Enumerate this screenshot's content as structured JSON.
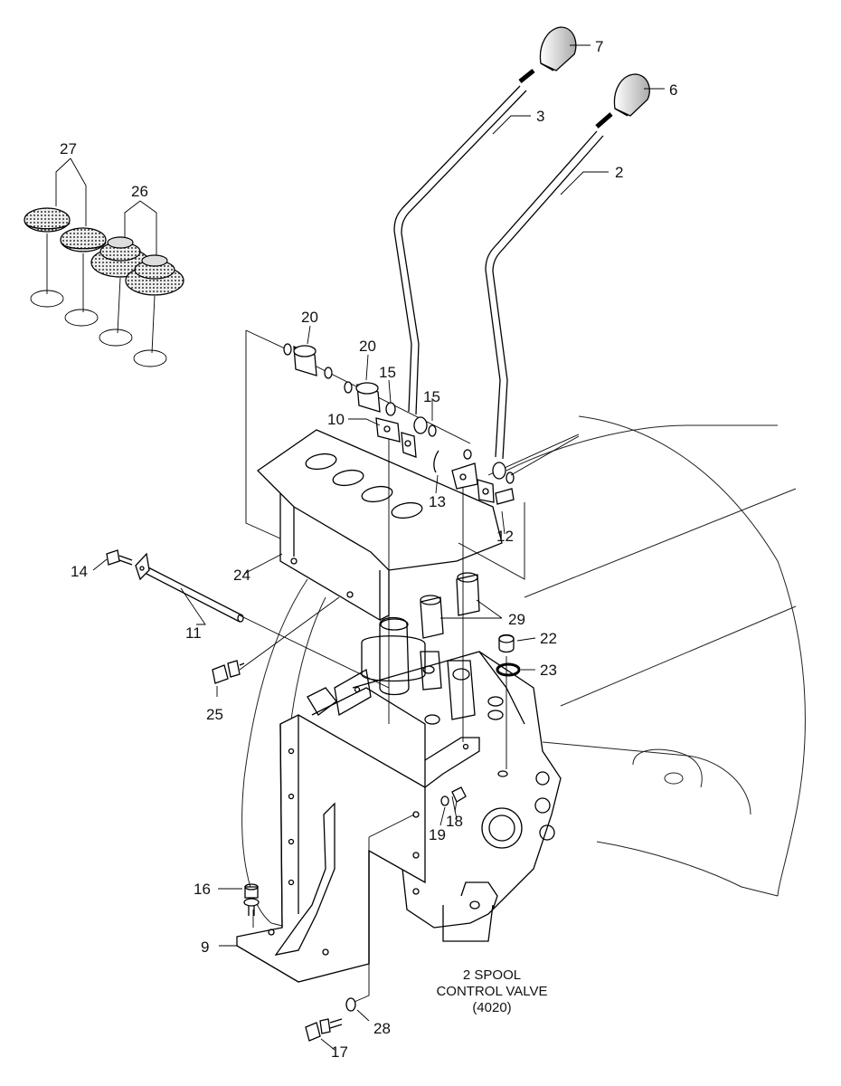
{
  "callouts": [
    {
      "id": "p1",
      "label": "2"
    },
    {
      "id": "p2",
      "label": "3"
    },
    {
      "id": "p3",
      "label": "6"
    },
    {
      "id": "p4",
      "label": "7"
    },
    {
      "id": "p5",
      "label": "9"
    },
    {
      "id": "p6",
      "label": "10"
    },
    {
      "id": "p7",
      "label": "11"
    },
    {
      "id": "p8",
      "label": "12"
    },
    {
      "id": "p9",
      "label": "13"
    },
    {
      "id": "p10",
      "label": "14"
    },
    {
      "id": "p11",
      "label": "15"
    },
    {
      "id": "p12",
      "label": "15"
    },
    {
      "id": "p13",
      "label": "16"
    },
    {
      "id": "p14",
      "label": "17"
    },
    {
      "id": "p15",
      "label": "18"
    },
    {
      "id": "p16",
      "label": "19"
    },
    {
      "id": "p17",
      "label": "20"
    },
    {
      "id": "p18",
      "label": "20"
    },
    {
      "id": "p19",
      "label": "22"
    },
    {
      "id": "p20",
      "label": "23"
    },
    {
      "id": "p21",
      "label": "24"
    },
    {
      "id": "p22",
      "label": "25"
    },
    {
      "id": "p23",
      "label": "26"
    },
    {
      "id": "p24",
      "label": "27"
    },
    {
      "id": "p25",
      "label": "28"
    },
    {
      "id": "p26",
      "label": "29"
    }
  ],
  "caption": {
    "line1": "2 SPOOL",
    "line2": "CONTROL VALVE",
    "line3": "(4020)"
  }
}
